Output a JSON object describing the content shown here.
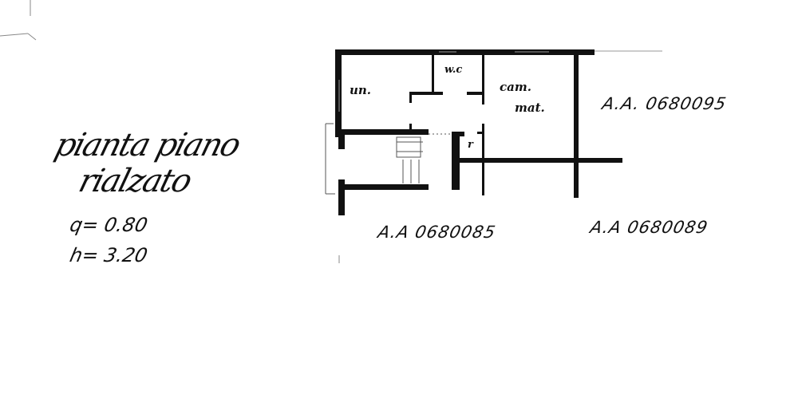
{
  "drawing": {
    "title_line1": "pianta piano",
    "title_line2": "rialzato",
    "q_value": "q= 0.80",
    "h_value": "h= 3.20",
    "rooms": {
      "room_left": "un.",
      "wc": "w.c",
      "room_right_1": "cam.",
      "room_right_2": "mat.",
      "small": "r"
    },
    "references": {
      "upper_right": "A.A. 0680095",
      "bottom_center": "A.A 0680085",
      "bottom_right": "A.A 0680089"
    }
  }
}
